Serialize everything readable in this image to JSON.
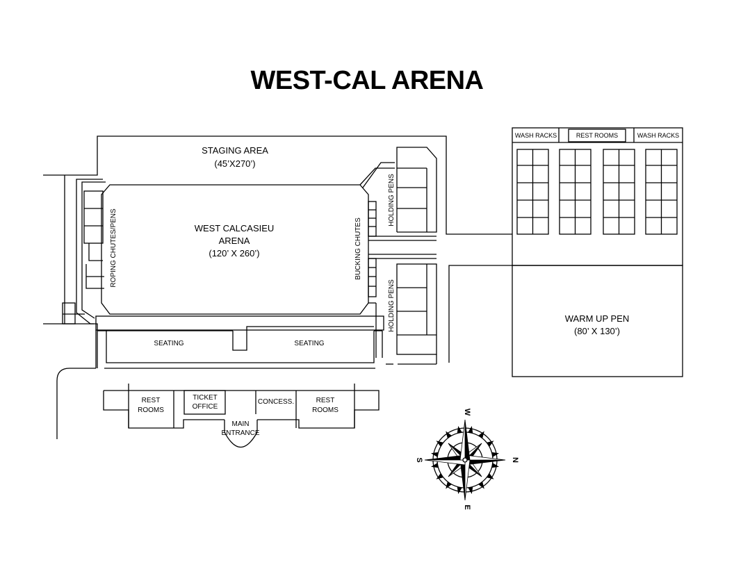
{
  "title": "WEST-CAL ARENA",
  "labels": {
    "staging_area": "STAGING AREA",
    "staging_area_size": "(45’X270’)",
    "arena_name_1": "WEST CALCASIEU",
    "arena_name_2": "ARENA",
    "arena_size": "(120’ X 260’)",
    "roping_chutes": "ROPING CHUTES/PENS",
    "bucking_chutes": "BUCKING CHUTES",
    "holding_pens_top": "HOLDING PENS",
    "holding_pens_bottom": "HOLDING PENS",
    "seating_left": "SEATING",
    "seating_right": "SEATING",
    "rest_rooms_left_1": "REST",
    "rest_rooms_left_2": "ROOMS",
    "ticket_office_1": "TICKET",
    "ticket_office_2": "OFFICE",
    "concessions": "CONCESS.",
    "rest_rooms_right_1": "REST",
    "rest_rooms_right_2": "ROOMS",
    "main_entrance_1": "MAIN",
    "main_entrance_2": "ENTRANCE",
    "wash_racks_left": "WASH RACKS",
    "rest_rooms_barn": "REST ROOMS",
    "wash_racks_right": "WASH RACKS",
    "warm_up_pen": "WARM UP PEN",
    "warm_up_pen_size": "(80’ X 130’)"
  },
  "compass": {
    "north": "N",
    "south": "S",
    "east": "E",
    "west": "W"
  },
  "colors": {
    "ink": "#000000",
    "paper": "#ffffff"
  }
}
